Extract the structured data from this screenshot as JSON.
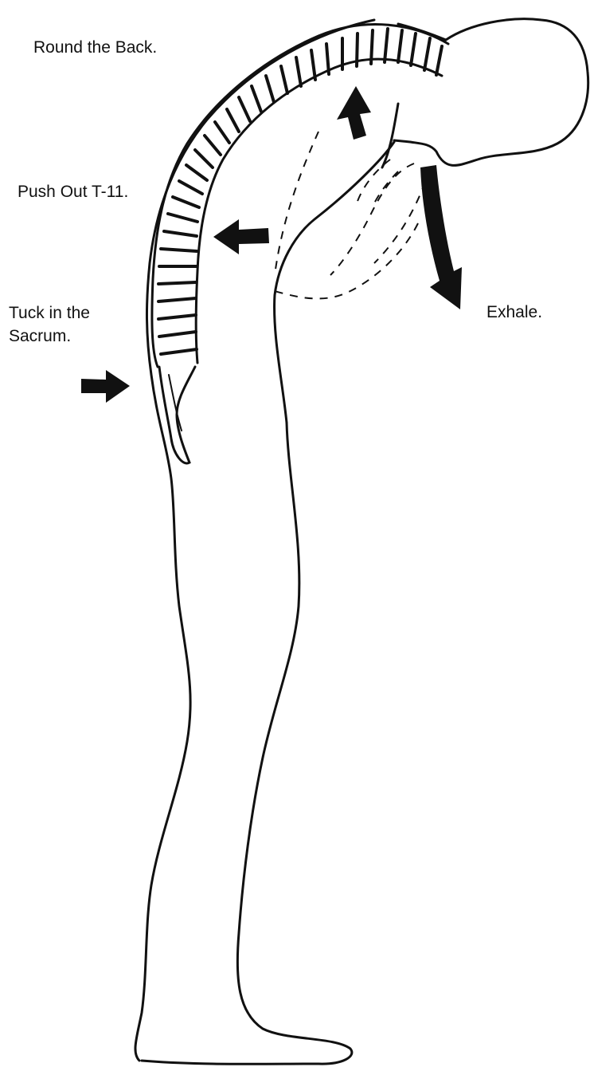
{
  "labels": {
    "round_back": "Round the Back.",
    "push_out": "Push Out T-11.",
    "tuck_line1": "Tuck in the",
    "tuck_line2": "Sacrum.",
    "exhale": "Exhale."
  },
  "colors": {
    "ink": "#111111",
    "background": "#ffffff"
  },
  "icons": {
    "arrow_up": "arrow-up-left-icon",
    "arrow_left": "arrow-left-icon",
    "arrow_right": "arrow-right-icon",
    "arrow_curved": "curved-arrow-down-icon"
  }
}
